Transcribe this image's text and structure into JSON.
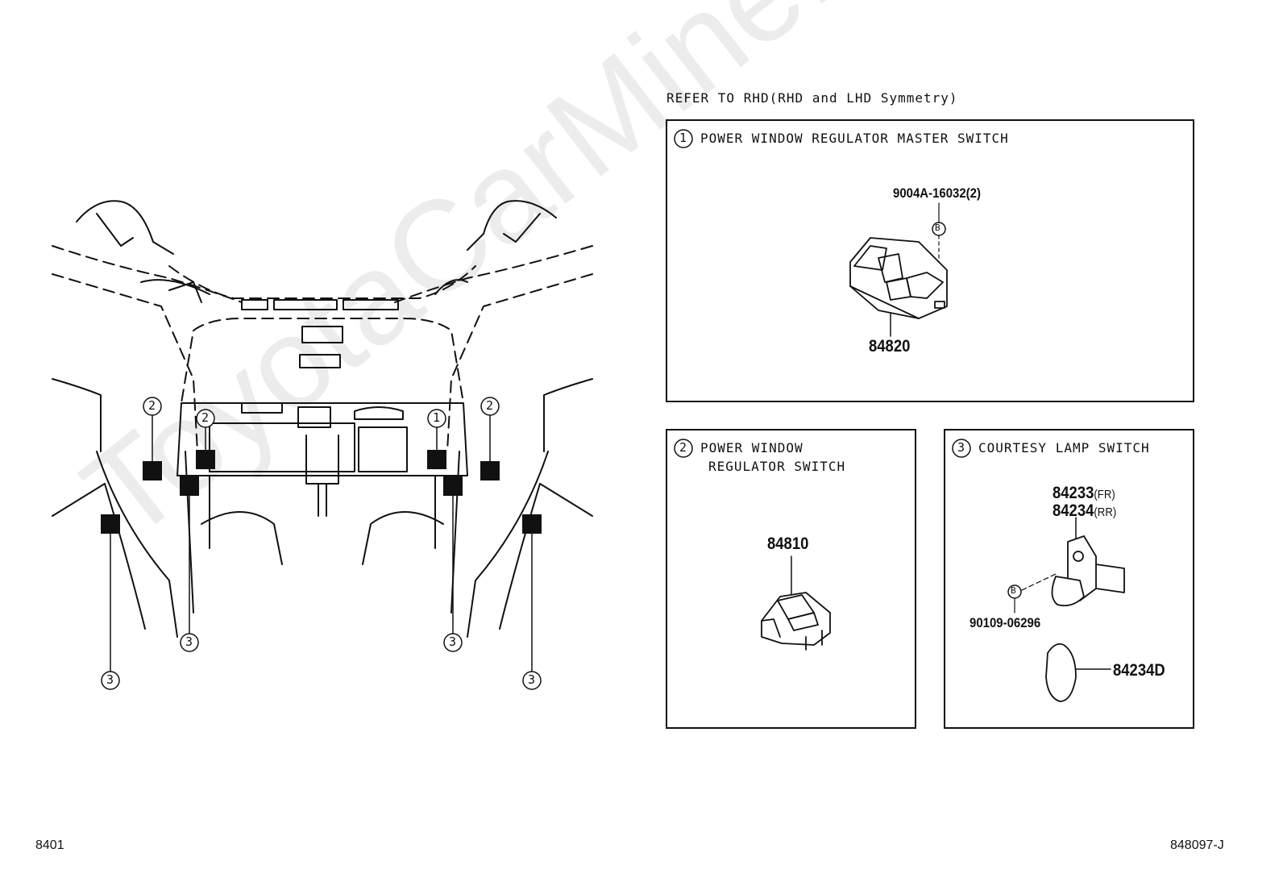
{
  "watermark": "ToyotaCarMine.ru",
  "header_note": "REFER TO RHD(RHD and LHD Symmetry)",
  "callouts": {
    "c1": "1",
    "c2": "2",
    "c3": "3"
  },
  "panels": {
    "master": {
      "index": "1",
      "title": "POWER WINDOW REGULATOR MASTER SWITCH",
      "screw_part": "9004A-16032(2)",
      "screw_ref": "B",
      "switch_part": "84820"
    },
    "regulator": {
      "index": "2",
      "title_line1": "POWER WINDOW",
      "title_line2": "REGULATOR SWITCH",
      "switch_part": "84810"
    },
    "courtesy": {
      "index": "3",
      "title": "COURTESY LAMP SWITCH",
      "part_fr": "84233",
      "note_fr": "(FR)",
      "part_rr": "84234",
      "note_rr": "(RR)",
      "screw_ref": "B",
      "screw_part": "90109-06296",
      "cap_part": "84234D"
    }
  },
  "footer": {
    "left": "8401",
    "right": "848097-J"
  }
}
